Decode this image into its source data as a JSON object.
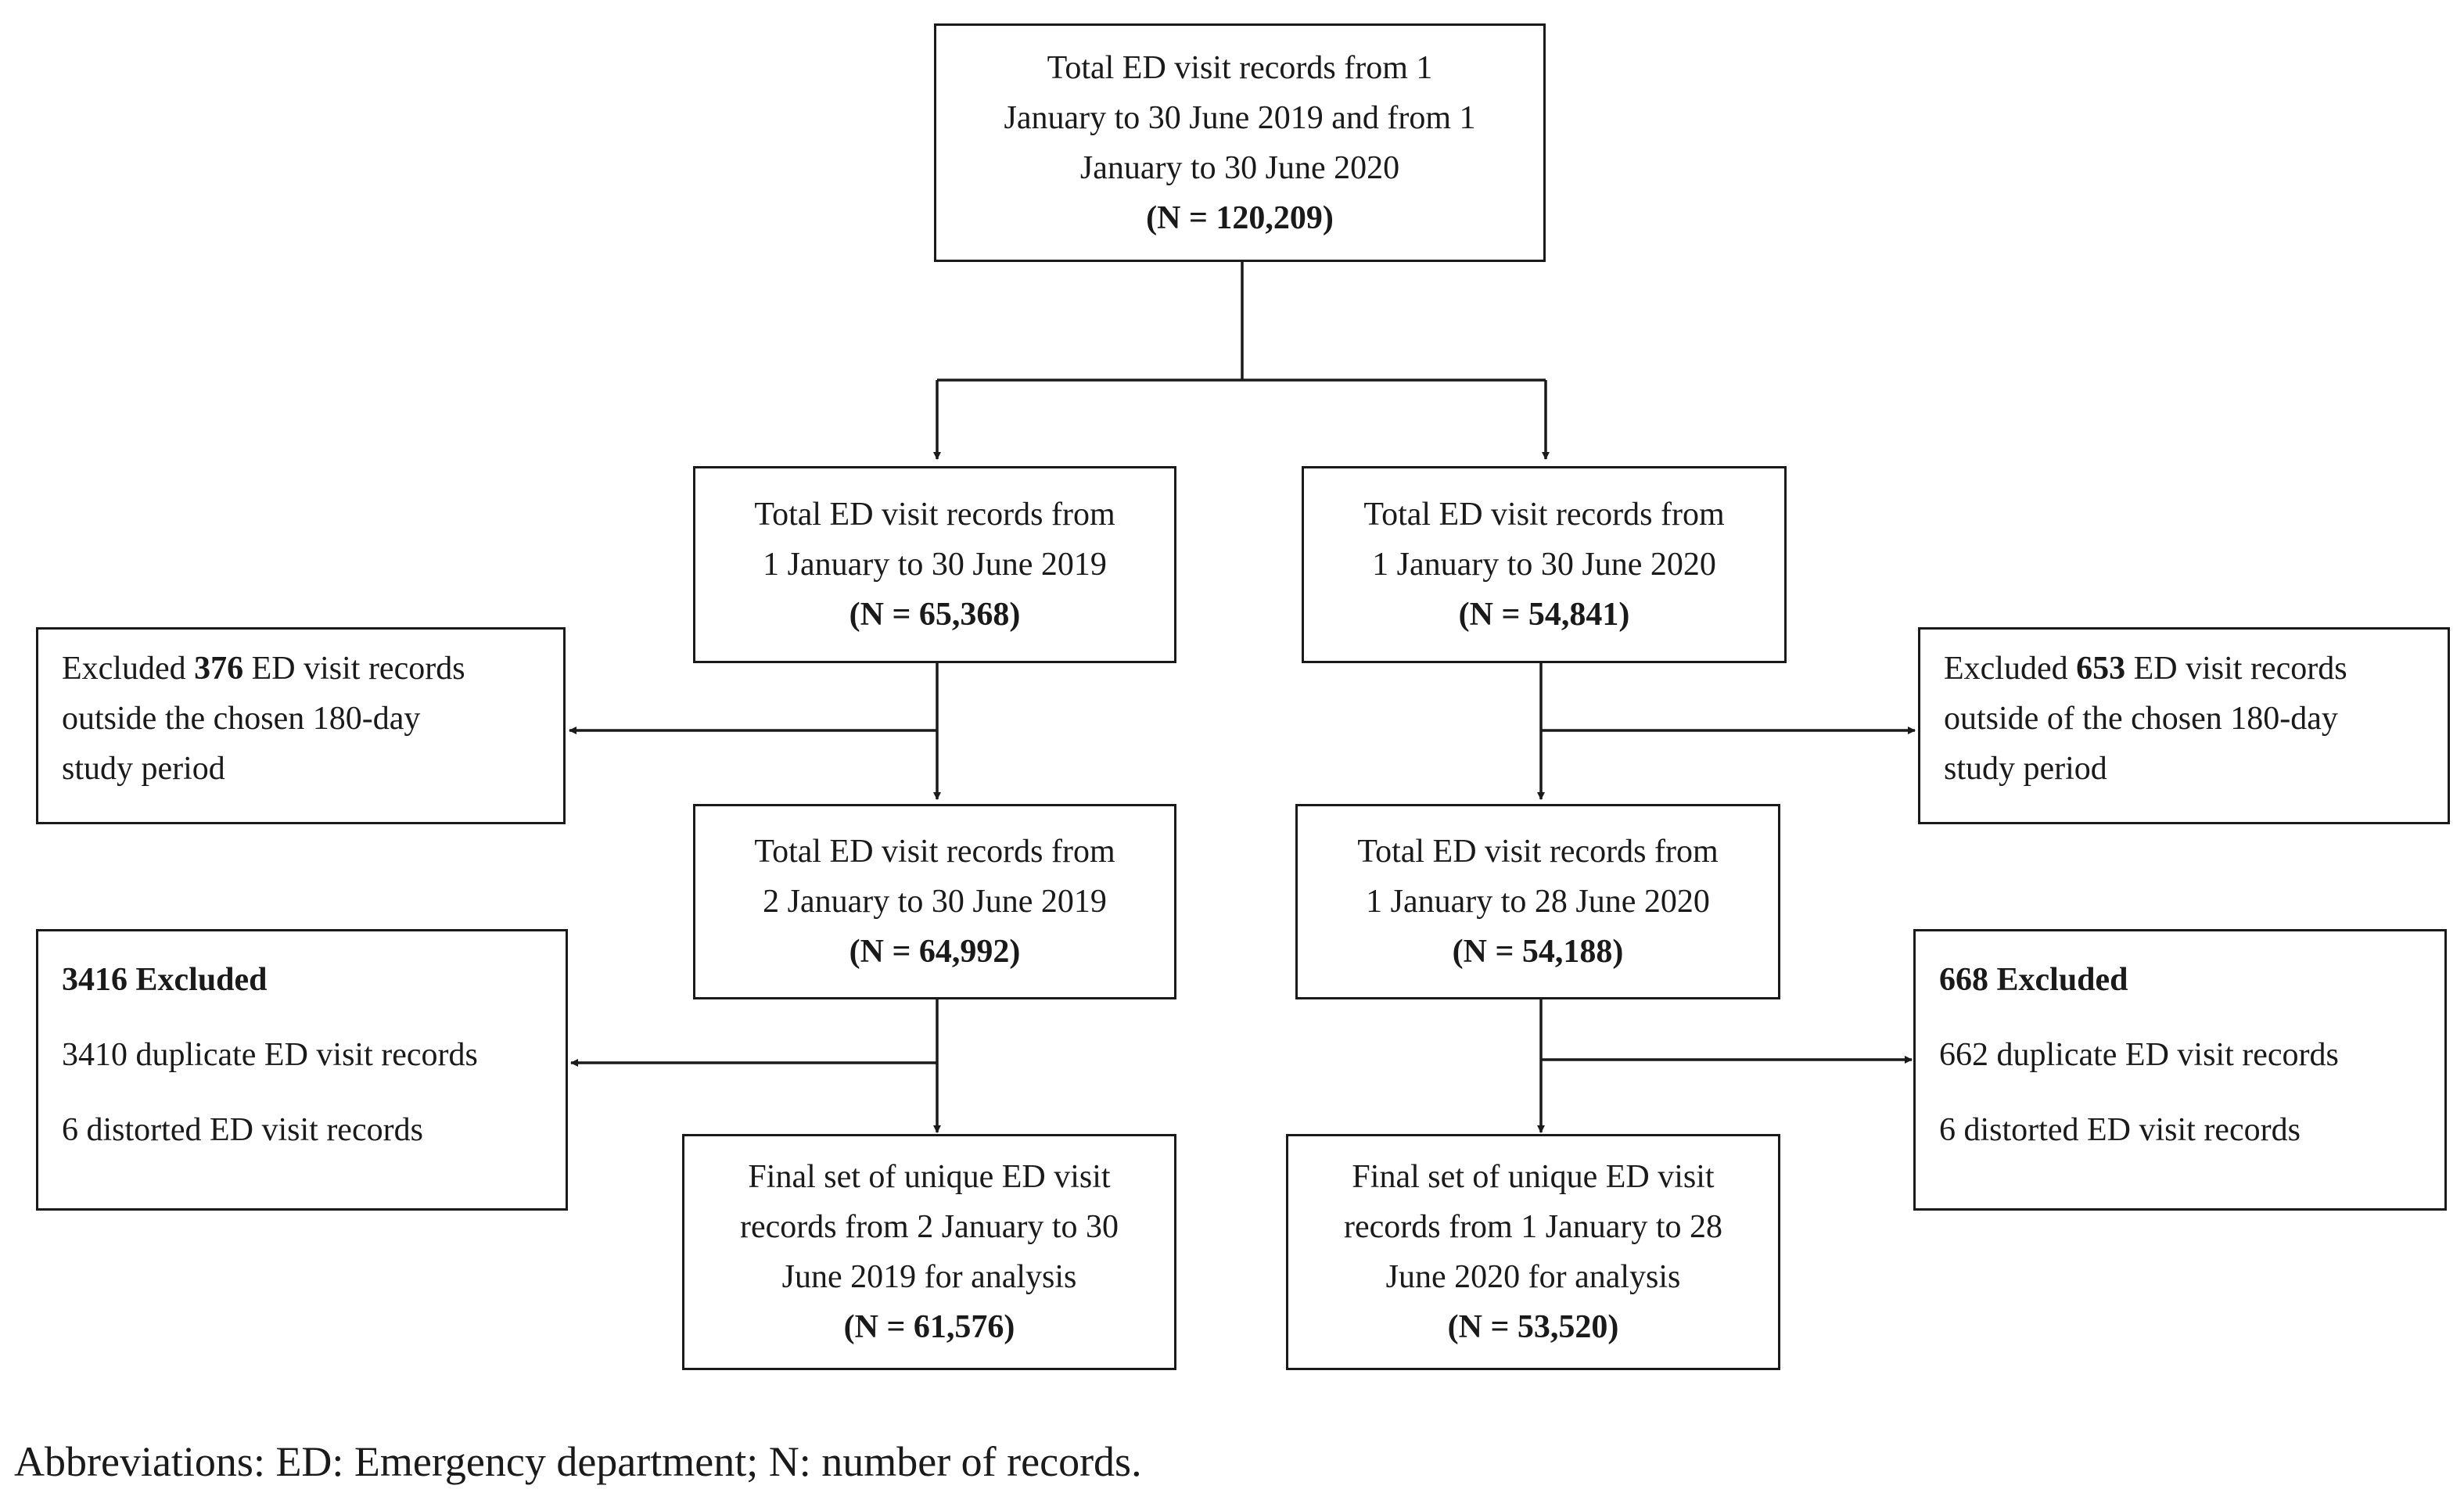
{
  "boxes": {
    "total": {
      "lines": [
        "Total ED visit records from 1",
        "January to 30 June 2019 and from 1",
        "January to 30 June 2020"
      ],
      "n": "(N = 120,209)"
    },
    "y2019": {
      "lines": [
        "Total ED visit records from",
        "1 January to 30 June 2019"
      ],
      "n": "(N = 65,368)"
    },
    "y2020": {
      "lines": [
        "Total ED visit records from",
        "1 January to 30 June 2020"
      ],
      "n": "(N = 54,841)"
    },
    "excl_period_2019": {
      "pre": "Excluded ",
      "count": "376",
      "post": " ED visit records",
      "lines": [
        "outside the chosen 180-day",
        "study period"
      ]
    },
    "excl_period_2020": {
      "pre": "Excluded ",
      "count": "653",
      "post": " ED visit records",
      "lines": [
        "outside of the chosen 180-day",
        "study period"
      ]
    },
    "period_2019": {
      "lines": [
        "Total ED visit records from",
        "2 January to 30 June 2019"
      ],
      "n": "(N = 64,992)"
    },
    "period_2020": {
      "lines": [
        "Total ED visit records from",
        "1 January to 28 June 2020"
      ],
      "n": "(N = 54,188)"
    },
    "excl_dup_2019": {
      "heading": "3416 Excluded",
      "items": [
        "3410 duplicate ED visit records",
        "6 distorted ED visit records"
      ]
    },
    "excl_dup_2020": {
      "heading": "668 Excluded",
      "items": [
        "662 duplicate ED visit records",
        "6 distorted ED visit records"
      ]
    },
    "final_2019": {
      "lines": [
        "Final set of unique ED visit",
        "records from 2 January to 30",
        "June 2019 for analysis"
      ],
      "n": "(N = 61,576)"
    },
    "final_2020": {
      "lines": [
        "Final set of unique ED visit",
        "records from 1 January to 28",
        "June 2020 for analysis"
      ],
      "n": "(N = 53,520)"
    }
  },
  "footnote": "Abbreviations: ED: Emergency department; N: number of records."
}
